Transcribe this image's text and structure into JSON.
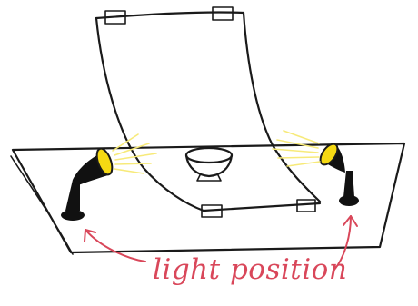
{
  "annotation": {
    "label": "light position"
  },
  "colors": {
    "ink": "#1a1a1a",
    "annotation": "#d9475a",
    "lamp_lens": "#f5d913",
    "light_rays": "#f7ea7a",
    "background": "#ffffff"
  },
  "elements": [
    "table-surface",
    "seamless-backdrop",
    "clip-icon",
    "bowl-icon",
    "left-lamp",
    "right-lamp",
    "light-rays",
    "annotation-arrow"
  ]
}
